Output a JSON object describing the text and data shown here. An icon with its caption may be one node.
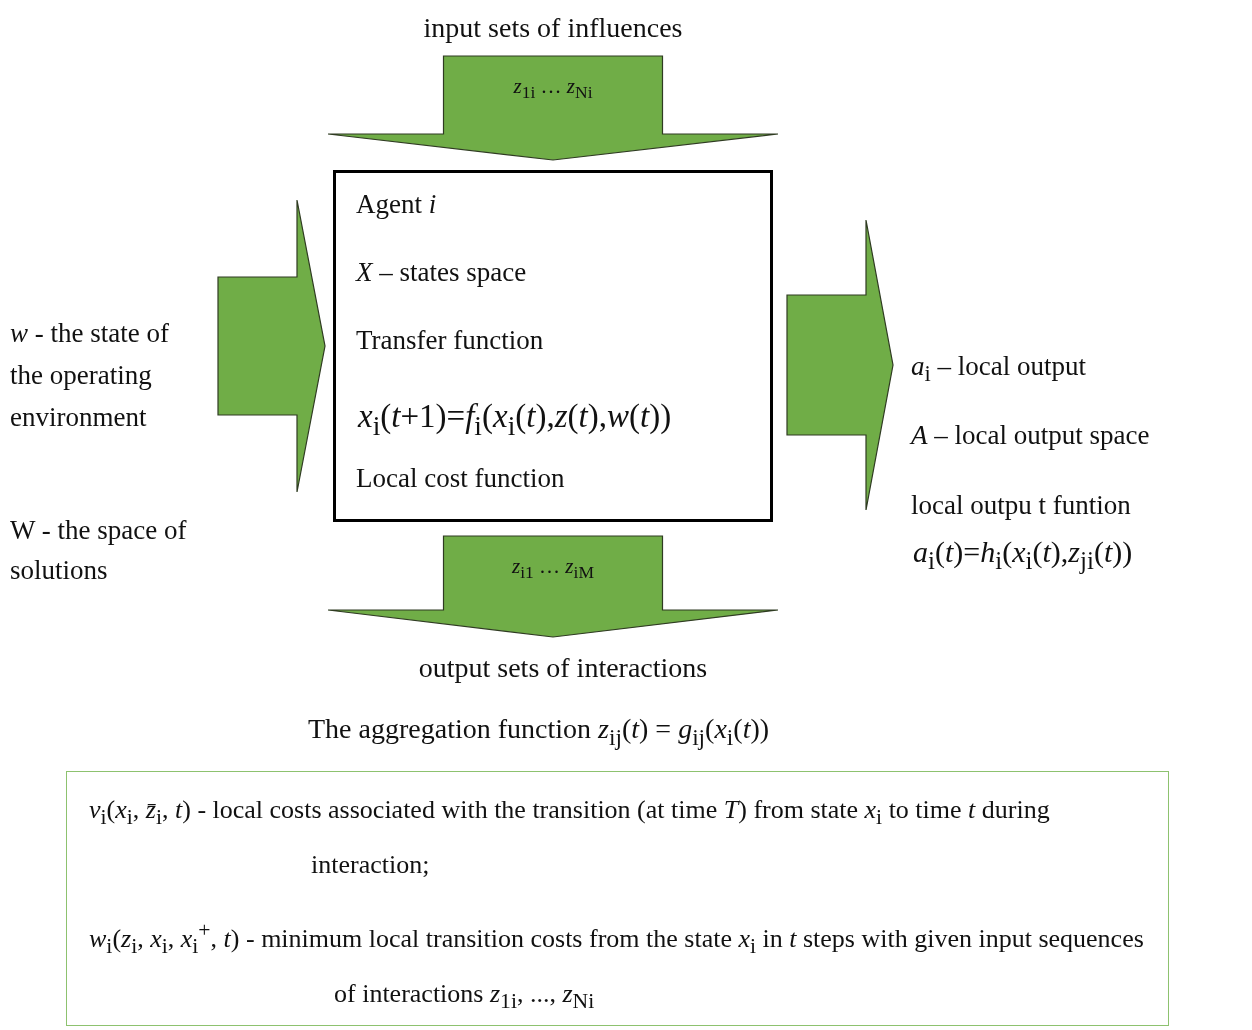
{
  "diagram": {
    "nodes": [
      {
        "text": [
          "Agent *i*",
          "*X* – states space",
          "Transfer function",
          "*x*$_{i}$(*t*+1)=*f*$_{i}$(*x*$_{i}$(*t*),*z*(*t*),*w*(*t*))",
          "Local cost function"
        ]
      },
      {
        "text": [
          "input sets of influences"
        ]
      },
      {
        "text": [
          "*w* - the state of the operating environment",
          "W - the space of solutions"
        ]
      },
      {
        "text": [
          "*a*$_{i}$ – local output",
          "*A* – local output space",
          "local outpu t funtion",
          "*a*$_{i}$(*t*)=*h*$_{i}$(*x*$_{i}$(*t*),*z*$_{ji}$(*t*))"
        ]
      },
      {
        "text": [
          "output sets of interactions"
        ]
      },
      {
        "text": [
          "*v*$_{i}$(*x*$_{i}$, *z̄*$_{i}$, *t*) - local costs associated with the transition (at time *T*) from state *x*$_{i}$ to time *t* during interaction;",
          "*w*$_{i}$(*z*$_{i}$, *x*$_{i}$, *x*$_{i}$$^{+}$, *t*) - minimum local transition costs from the state *x*$_{i}$ in *t* steps with given input sequences of interactions *z*$_{1i}$, ..., *z*$_{Ni}$"
        ]
      }
    ],
    "edges": [
      {
        "from": 1,
        "to": 0,
        "arrow": "to",
        "label": "*z*$_{1i}$ … *z*$_{Ni}$"
      },
      {
        "from": 2,
        "to": 0,
        "arrow": "to"
      },
      {
        "from": 0,
        "to": 3,
        "arrow": "to"
      },
      {
        "from": 0,
        "to": 4,
        "arrow": "to",
        "label": "*z*$_{i1}$ … *z*$_{iM}$"
      }
    ],
    "labels": [
      "The aggregation function *z*$_{ij}$(*t*) = *g*$_{ij}$(*x*$_{i}$(*t*))"
    ]
  }
}
